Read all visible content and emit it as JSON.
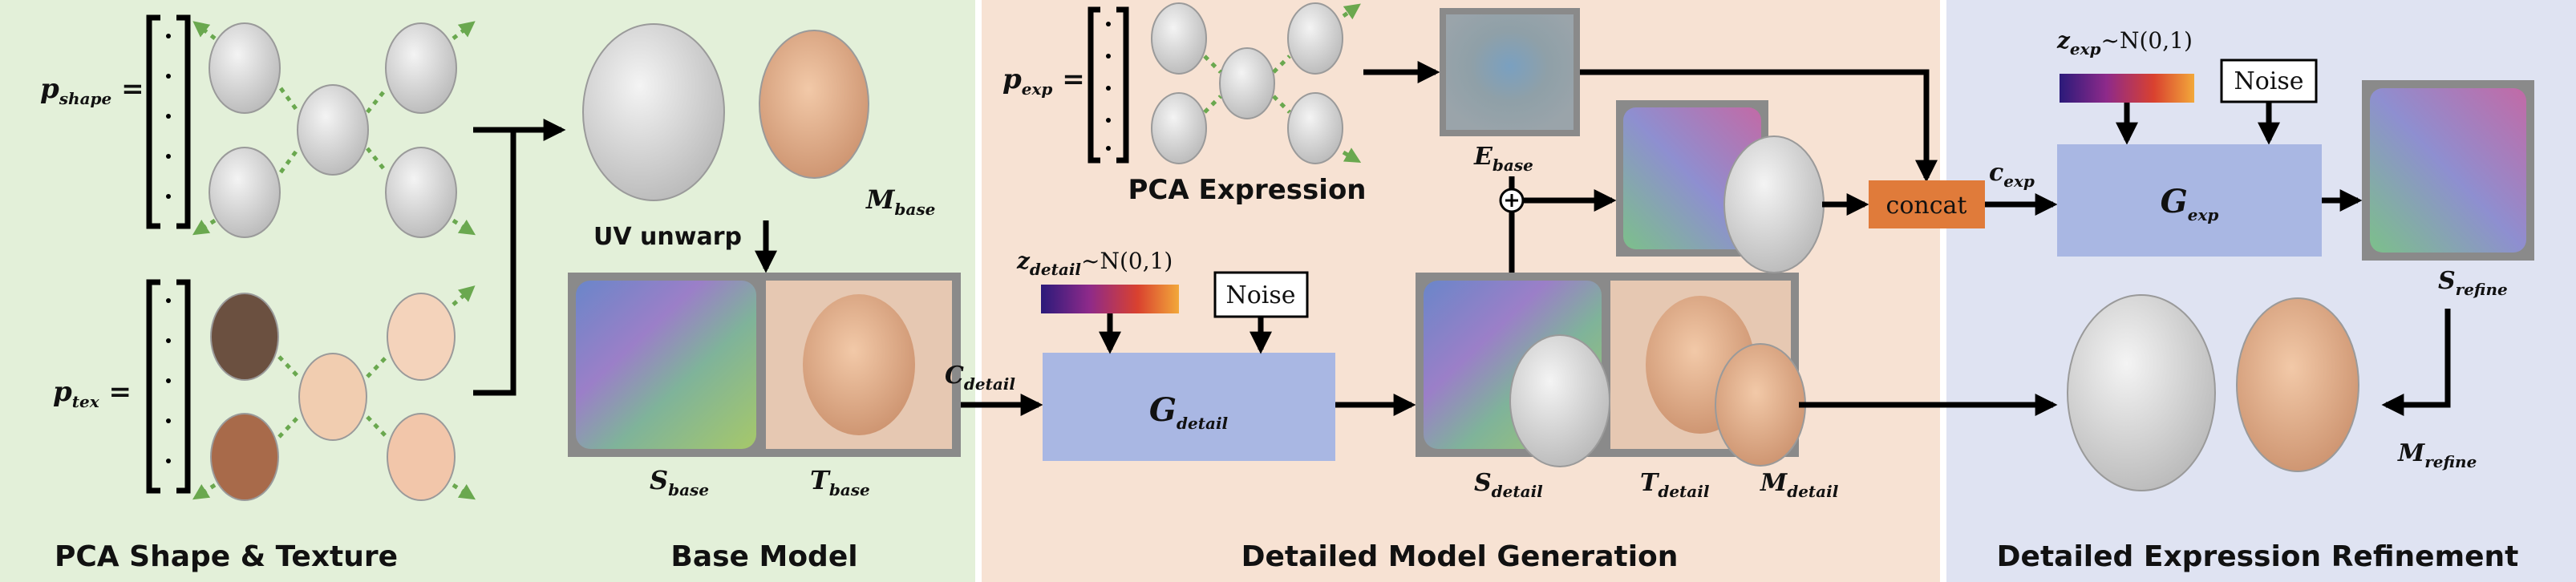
{
  "sections": [
    {
      "id": "pca",
      "title": "PCA Shape & Texture",
      "color": "#e3f0d9"
    },
    {
      "id": "base",
      "title": "Base Model",
      "color": "#e3f0d9"
    },
    {
      "id": "detail",
      "title": "Detailed Model Generation",
      "color": "#f7e2d3"
    },
    {
      "id": "refine",
      "title": "Detailed Expression Refinement",
      "color": "#dfe3f2"
    }
  ],
  "labels": {
    "p_shape": {
      "main": "p",
      "sub": "shape",
      "suffix": " ="
    },
    "p_tex": {
      "main": "p",
      "sub": "tex",
      "suffix": " ="
    },
    "p_exp": {
      "main": "p",
      "sub": "exp",
      "suffix": " ="
    },
    "uv_unwarp": "UV unwarp",
    "M_base": {
      "main": "M",
      "sub": "base"
    },
    "S_base": {
      "main": "S",
      "sub": "base"
    },
    "T_base": {
      "main": "T",
      "sub": "base"
    },
    "C_detail": {
      "main": "C",
      "sub": "detail"
    },
    "z_detail": {
      "main": "z",
      "sub": "detail",
      "suffix": "~N(0,1)"
    },
    "noise_detail": "Noise",
    "G_detail": {
      "main": "G",
      "sub": "detail"
    },
    "pca_expression": "PCA Expression",
    "E_base": {
      "main": "E",
      "sub": "base"
    },
    "S_detail": {
      "main": "S",
      "sub": "detail"
    },
    "T_detail": {
      "main": "T",
      "sub": "detail"
    },
    "M_detail": {
      "main": "M",
      "sub": "detail"
    },
    "concat": "concat",
    "C_exp": {
      "main": "c",
      "sub": "exp"
    },
    "z_exp": {
      "main": "z",
      "sub": "exp",
      "suffix": "~N(0,1)"
    },
    "noise_exp": "Noise",
    "G_exp": {
      "main": "G",
      "sub": "exp"
    },
    "S_refine": {
      "main": "S",
      "sub": "refine"
    },
    "M_refine": {
      "main": "M",
      "sub": "refine"
    }
  },
  "colors": {
    "generator_box": "#a9b7e3",
    "concat_box": "#e07b3a",
    "skin": "#e8b896",
    "skin_dark": "#9b6a4c",
    "mesh": "#d4d4d4",
    "frame": "#8a8a8a",
    "pca_arrow": "#6aa84f",
    "noise_gradient": [
      "#2b1a7a",
      "#8e2a8a",
      "#d9412f",
      "#f2a83a"
    ]
  },
  "icons": [
    "plus-circle-icon",
    "arrow-icon",
    "face-mesh-icon",
    "face-texture-icon",
    "uv-map-icon"
  ]
}
